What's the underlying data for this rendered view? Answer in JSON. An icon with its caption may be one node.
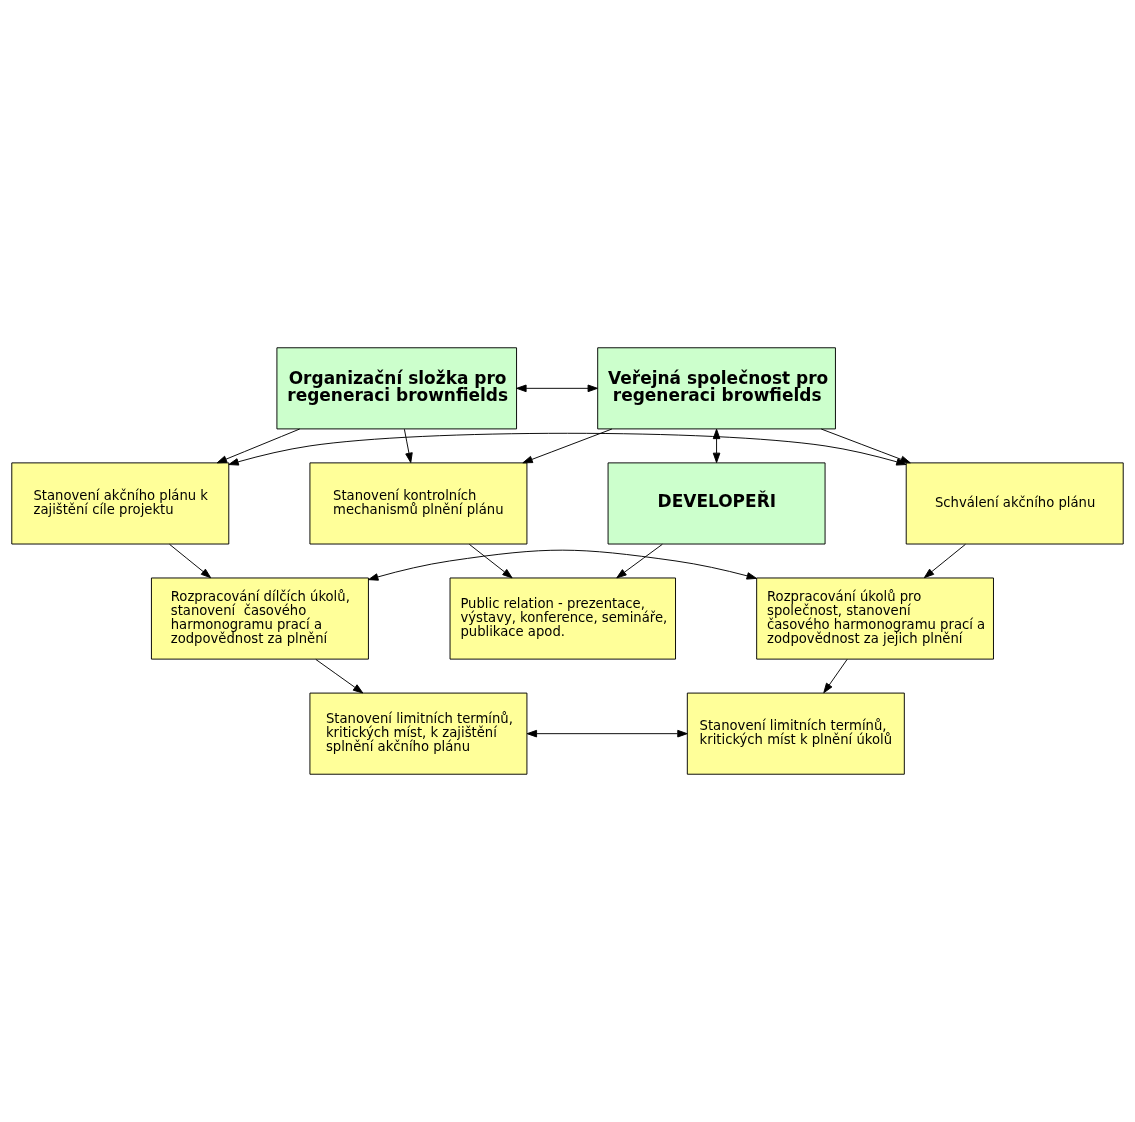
{
  "diagram": {
    "nodes": [
      {
        "text": [
          "Organizační složka pro regeneraci brownfields"
        ]
      },
      {
        "text": [
          "Veřejná společnost pro regeneraci browfields"
        ]
      },
      {
        "text": [
          "Stanovení akčního plánu k zajištění cíle projektu"
        ]
      },
      {
        "text": [
          "Schválení akčního plánu"
        ]
      },
      {
        "text": [
          "Rozpracování dílčích úkolů, stanovení  časového harmonogramu prací a zodpovědnost za plnění"
        ]
      },
      {
        "text": [
          "Rozpracování úkolů pro společnost, stanovení  časového harmonogramu prací a zodpovědnost za jejich plnění"
        ]
      },
      {
        "text": [
          "Stanovení limitních termínů, kritických míst, k zajištění splnění akčního plánu"
        ]
      },
      {
        "text": [
          "Stanovení limitních termínů, kritických míst k plnění úkolů"
        ]
      },
      {
        "text": [
          "Stanovení kontrolních mechanismů plnění plánu"
        ]
      },
      {
        "text": [
          "DEVELOPEŘI"
        ]
      },
      {
        "text": [
          "Public relation - prezentace, výstavy, konference, semináře, publikace apod."
        ]
      }
    ],
    "edges": [
      {
        "from": 0,
        "to": 1,
        "arrow": "both"
      },
      {
        "from": 0,
        "to": 8,
        "arrow": "to"
      },
      {
        "from": 1,
        "to": 8,
        "arrow": "to"
      },
      {
        "from": 1,
        "to": 9,
        "arrow": "both"
      },
      {
        "from": 0,
        "to": 2,
        "arrow": "to"
      },
      {
        "from": 1,
        "to": 3,
        "arrow": "to"
      },
      {
        "from": 2,
        "to": 3,
        "arrow": "both"
      },
      {
        "from": 2,
        "to": 4,
        "arrow": "to"
      },
      {
        "from": 3,
        "to": 5,
        "arrow": "to"
      },
      {
        "from": 4,
        "to": 5,
        "arrow": "both"
      },
      {
        "from": 4,
        "to": 6,
        "arrow": "to"
      },
      {
        "from": 5,
        "to": 7,
        "arrow": "to"
      },
      {
        "from": 6,
        "to": 7,
        "arrow": "both"
      },
      {
        "from": 8,
        "to": 10,
        "arrow": "to"
      },
      {
        "from": 9,
        "to": 10,
        "arrow": "to"
      }
    ]
  }
}
